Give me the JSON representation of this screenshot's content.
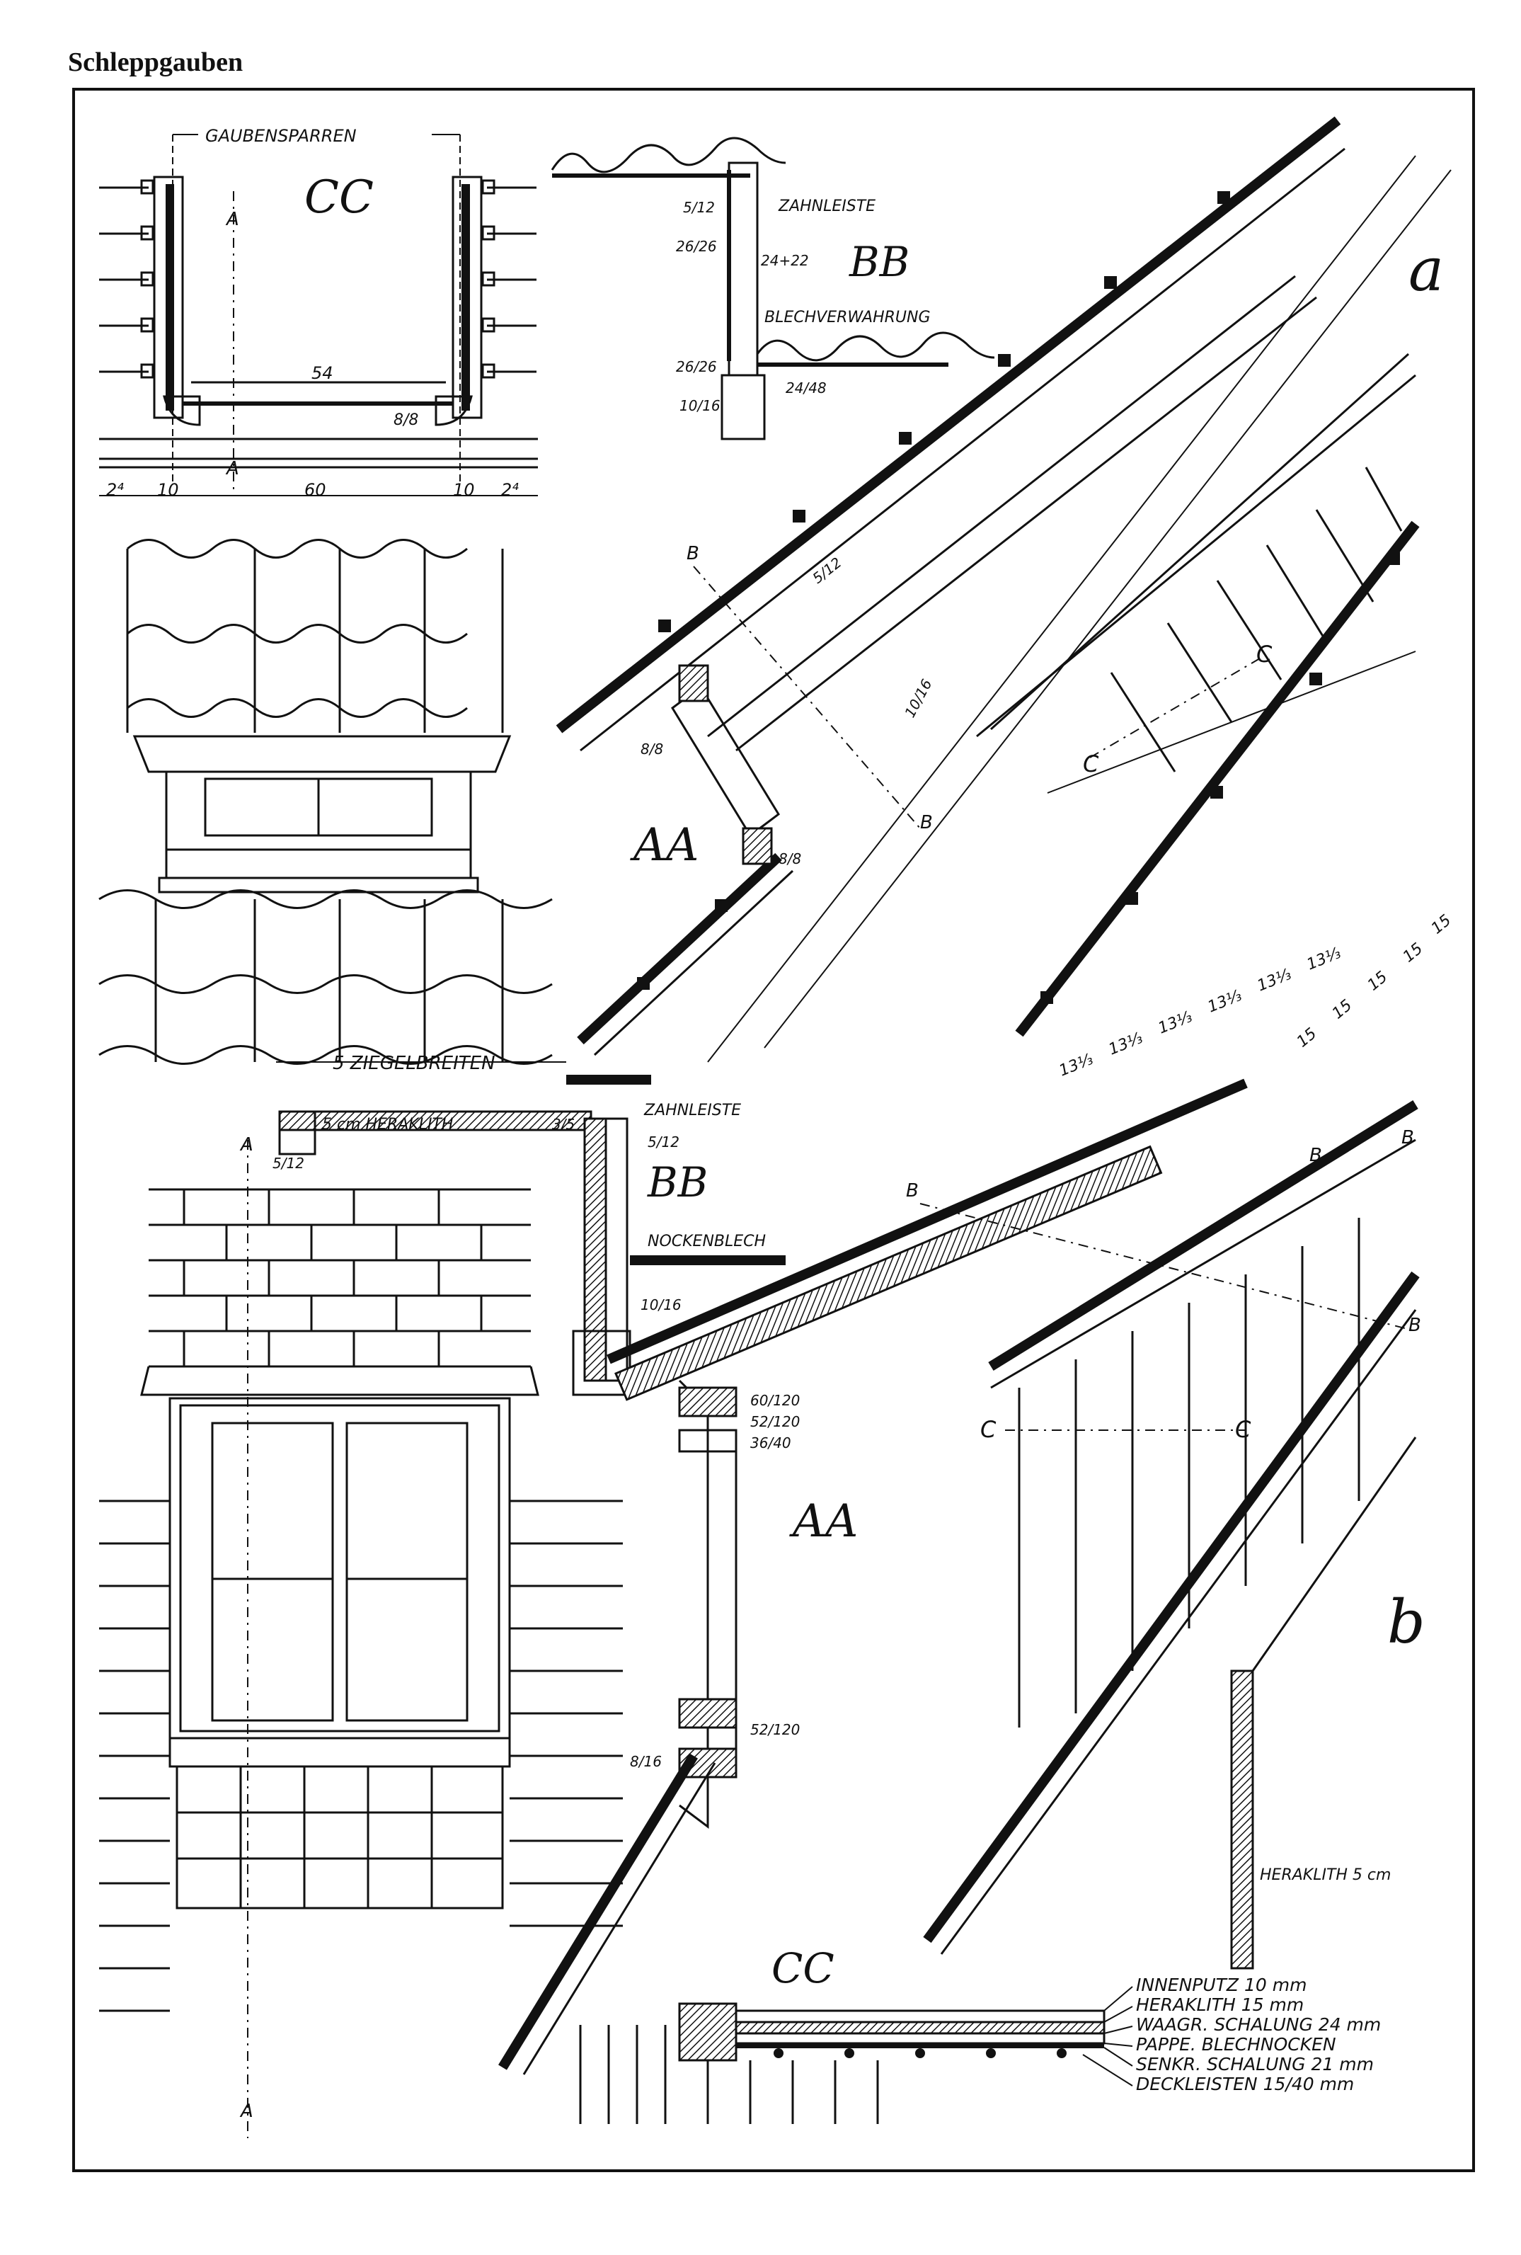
{
  "title": "Schleppgauben",
  "variants": {
    "a": "a",
    "b": "b"
  },
  "sections": {
    "cc": "CC",
    "bb": "BB",
    "aa": "AA"
  },
  "cut_marks": {
    "a": "A",
    "b": "B",
    "c": "C"
  },
  "top_cc": {
    "gaubensparren": "GAUBENSPARREN",
    "dim_inner": "54",
    "dim_post": "8/8",
    "dims_bottom": [
      "2⁴",
      "10",
      "60",
      "10",
      "2⁴"
    ]
  },
  "top_bb": {
    "zahnleiste": "ZAHNLEISTE",
    "blechverwahrung": "BLECHVERWAHRUNG",
    "dims": [
      "5/12",
      "26/26",
      "24+22",
      "26/26",
      "10/16",
      "24/48"
    ]
  },
  "top_aa": {
    "dims": [
      "5/12",
      "10/16",
      "8/8",
      "8/8"
    ]
  },
  "bottom_bb": {
    "ziegelbreiten": "5 ZIEGELBREITEN",
    "heraklith": "5 cm HERAKLITH",
    "zahnleiste": "ZAHNLEISTE",
    "nockenblech": "NOCKENBLECH",
    "dims": [
      "3/5",
      "5/12",
      "5/12",
      "10/16"
    ]
  },
  "bottom_aa": {
    "dims": [
      "60/120",
      "52/120",
      "36/40",
      "52/120",
      "8/16"
    ]
  },
  "tile_spacing": {
    "upper": [
      "13⅓",
      "13⅓",
      "13⅓",
      "13⅓",
      "13⅓",
      "13⅓"
    ],
    "lower": [
      "15",
      "15",
      "15",
      "15",
      "15"
    ]
  },
  "heraklith_note": "HERAKLITH 5 cm",
  "layers": [
    "INNENPUTZ 10 mm",
    "HERAKLITH 15 mm",
    "WAAGR. SCHALUNG 24 mm",
    "PAPPE. BLECHNOCKEN",
    "SENKR. SCHALUNG 21 mm",
    "DECKLEISTEN 15/40 mm"
  ]
}
